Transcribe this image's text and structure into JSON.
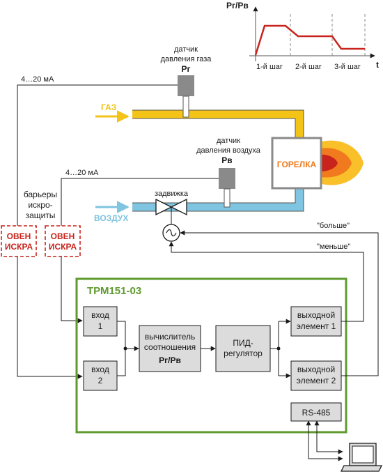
{
  "graph": {
    "y_label": "Pг/Pв",
    "x_label": "t",
    "steps": [
      "1-й шаг",
      "2-й шаг",
      "3-й шаг"
    ]
  },
  "labels": {
    "gas_sensor_line1": "датчик",
    "gas_sensor_line2": "давления газа",
    "gas_sensor_symbol": "Pг",
    "air_sensor_line1": "датчик",
    "air_sensor_line2": "давления воздуха",
    "air_sensor_symbol": "Pв",
    "signal_gas": "4…20 мА",
    "signal_air": "4…20 мА",
    "gas": "ГАЗ",
    "air": "ВОЗДУХ",
    "burner": "ГОРЕЛКА",
    "valve": "задвижка",
    "barriers_line1": "барьеры",
    "barriers_line2": "искро-",
    "barriers_line3": "защиты",
    "barrier1_line1": "ОВЕН",
    "barrier1_line2": "ИСКРА",
    "barrier2_line1": "ОВЕН",
    "barrier2_line2": "ИСКРА",
    "more": "\"больше\"",
    "less": "\"меньше\""
  },
  "device": {
    "title": "ТРМ151-03",
    "input1_line1": "вход",
    "input1_line2": "1",
    "input2_line1": "вход",
    "input2_line2": "2",
    "calc_line1": "вычислитель",
    "calc_line2": "соотношения",
    "calc_line3": "Pг/Pв",
    "pid_line1": "ПИД-",
    "pid_line2": "регулятор",
    "out1_line1": "выходной",
    "out1_line2": "элемент 1",
    "out2_line1": "выходной",
    "out2_line2": "элемент 2",
    "rs485": "RS-485"
  },
  "colors": {
    "gas_pipe": "#f3c318",
    "air_pipe": "#7fc4e0",
    "device_border": "#5f9a2e",
    "barrier_red": "#c8231c",
    "sensor_gray": "#8a8a8a",
    "graph_red": "#c8231c"
  }
}
